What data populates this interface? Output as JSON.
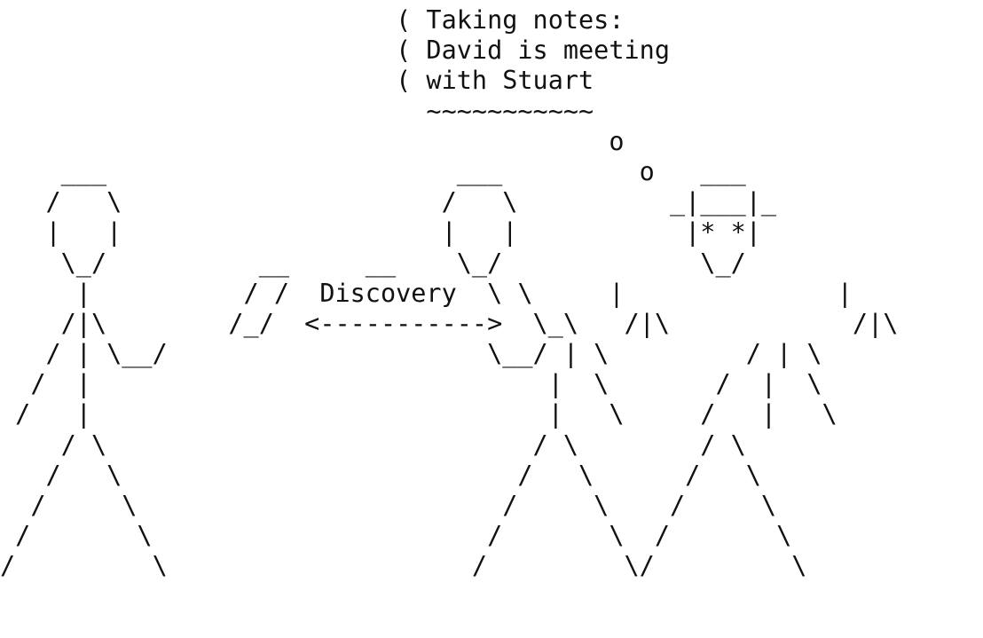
{
  "diagram": {
    "lines": [
      "                          ( Taking notes:",
      "                          ( David is meeting",
      "                          ( with Stuart",
      "                            ~~~~~~~~~~~",
      "                                        o",
      "    ___                       ___         o   ___",
      "   /   \\                     /   \\          _|___|_",
      "   |   |                     |   |           |* *|",
      "    \\_/          __     __    \\_/             \\_/",
      "     |          / /  Discovery  \\ \\     |              |",
      "    /|\\        /_/  <----------->  \\_\\   /|\\            /|\\",
      "   / | \\__/                     \\__/ | \\         / | \\",
      "  /  |                              |  \\       /  |  \\",
      " /   |                              |   \\     /   |   \\",
      "    / \\                            / \\        / \\",
      "   /   \\                          /   \\      /   \\",
      "  /     \\                        /     \\    /     \\",
      " /       \\                      /       \\  /       \\",
      "/         \\                    /         \\/         \\"
    ]
  }
}
